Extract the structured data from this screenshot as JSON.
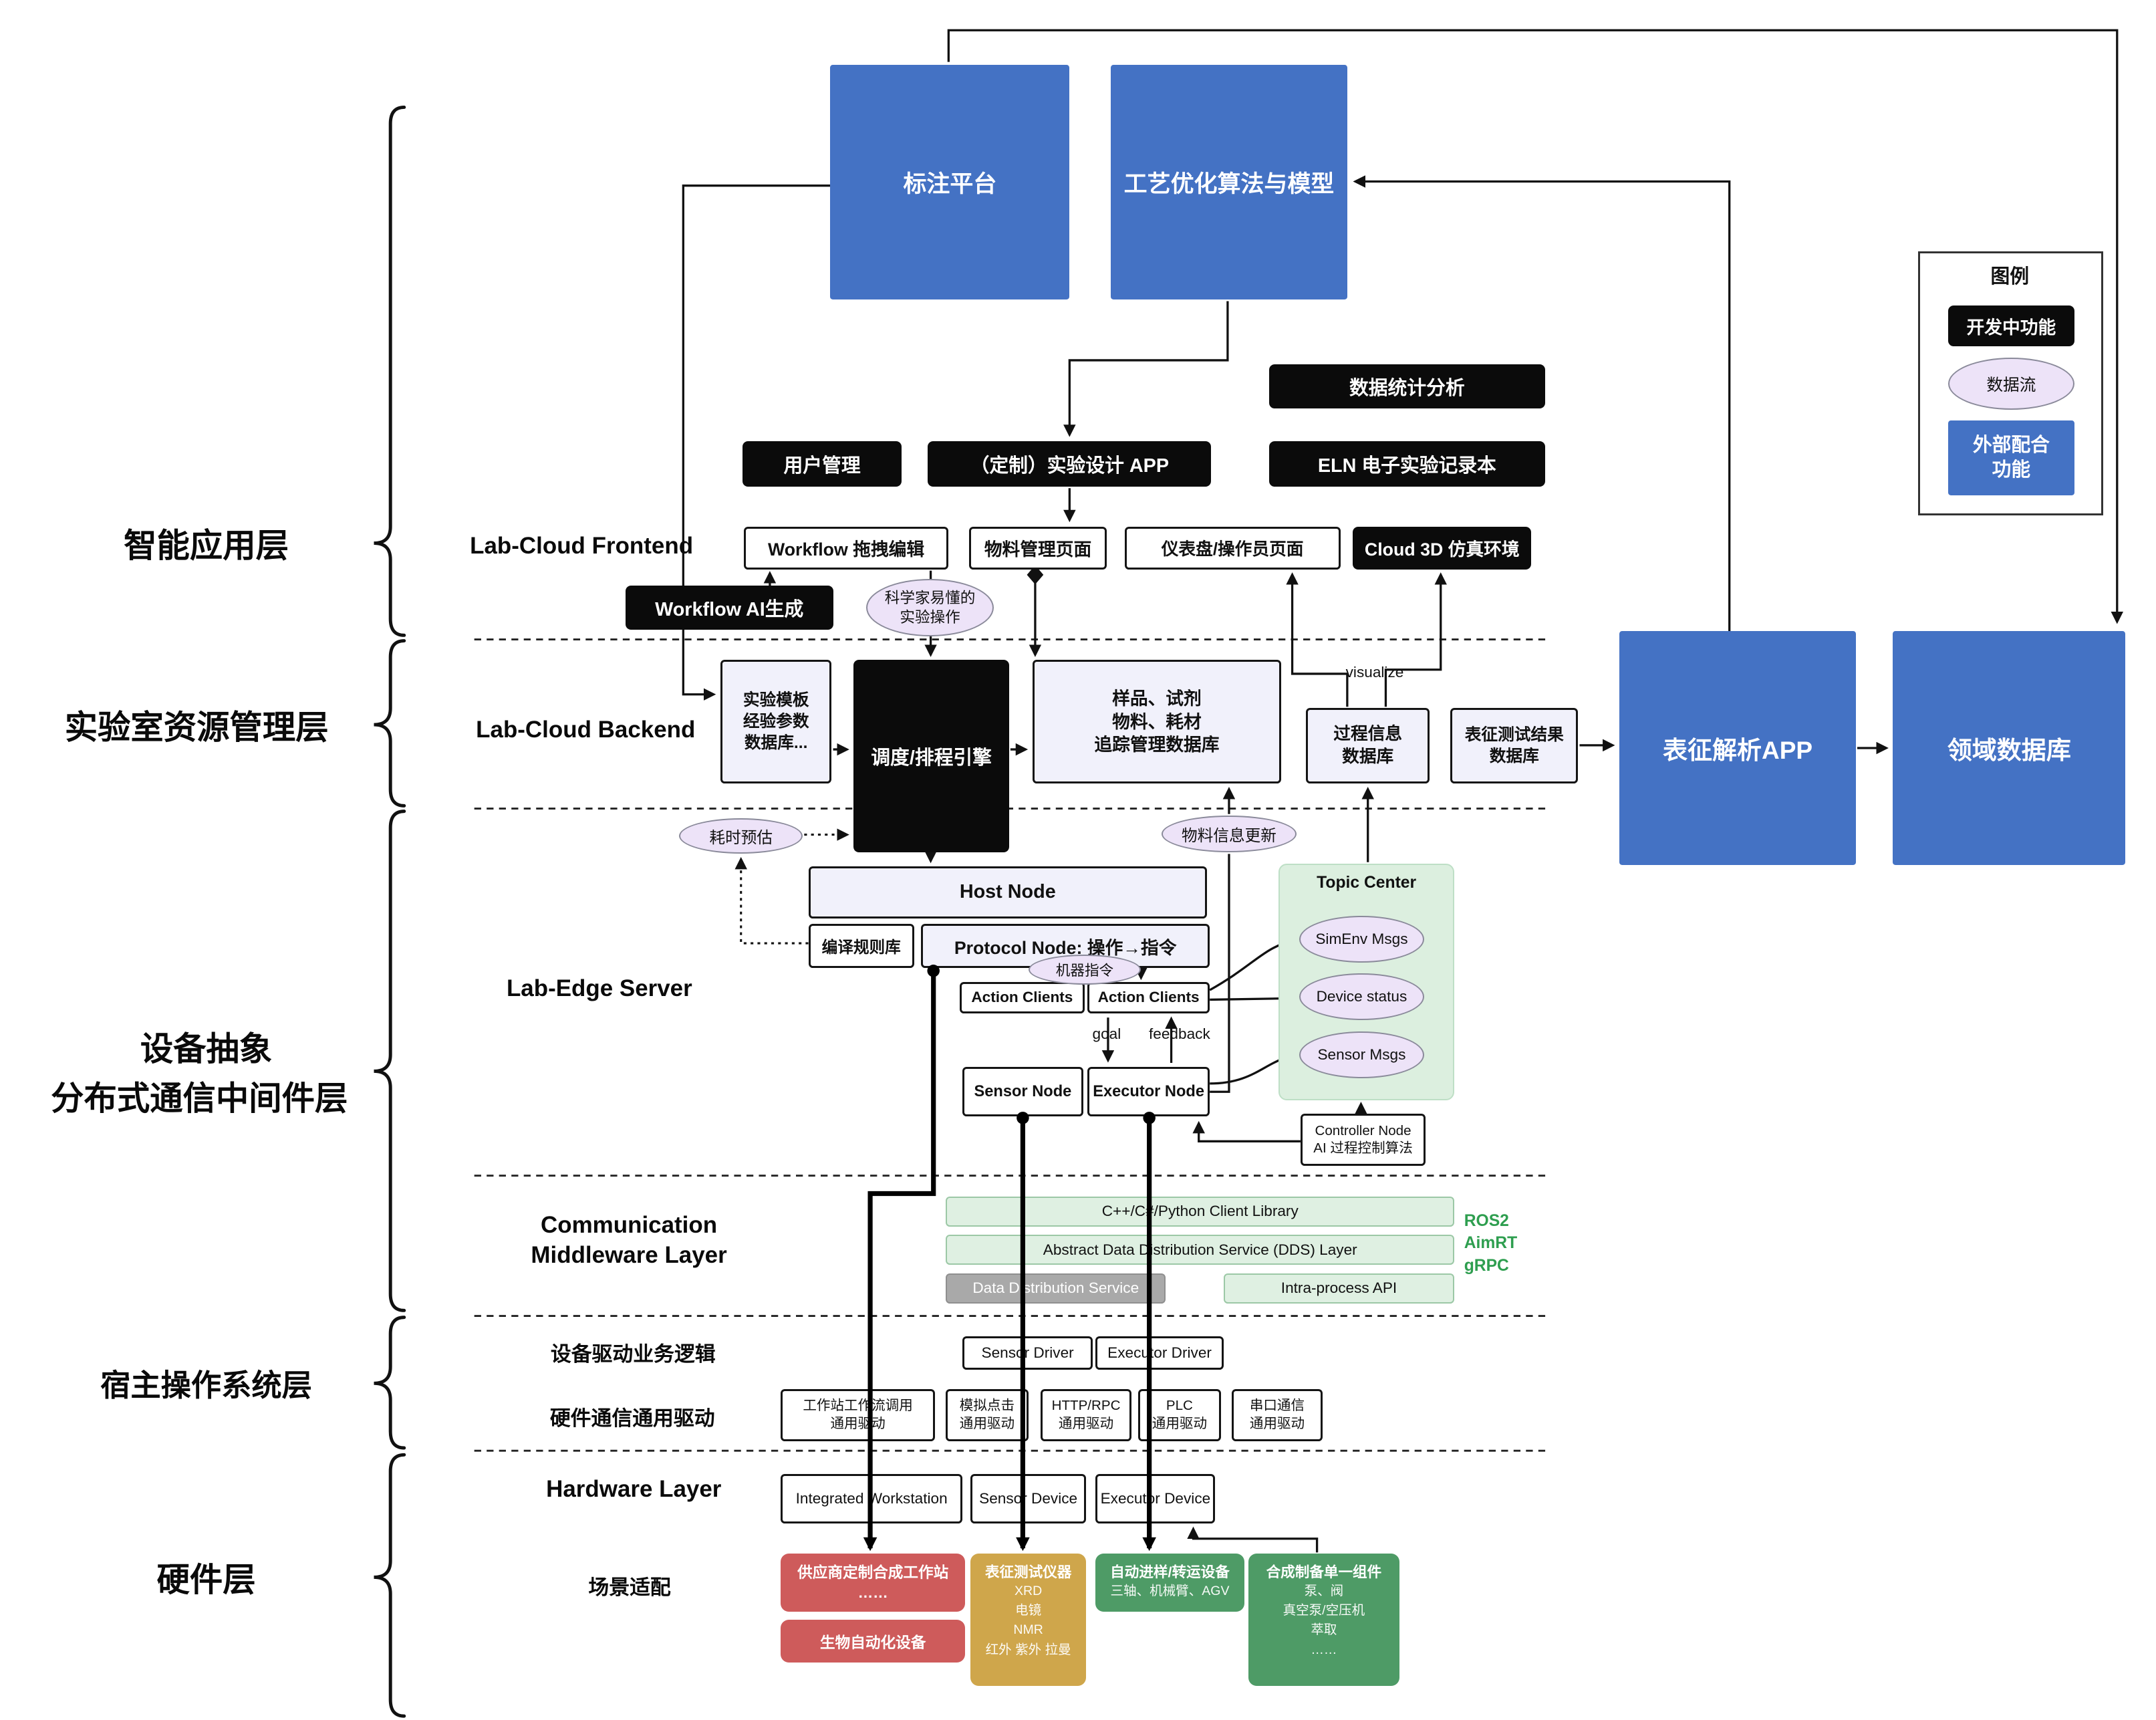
{
  "layers": {
    "app": "智能应用层",
    "resource": "实验室资源管理层",
    "device1": "设备抽象",
    "device2": "分布式通信中间件层",
    "host_os": "宿主操作系统层",
    "hardware": "硬件层"
  },
  "top": {
    "annotation": "标注平台",
    "optimization": "工艺优化算法与模型",
    "stats": "数据统计分析",
    "user_mgmt": "用户管理",
    "design_app": "（定制）实验设计 APP",
    "eln": "ELN 电子实验记录本"
  },
  "legend": {
    "title": "图例",
    "developing": "开发中功能",
    "dataflow": "数据流",
    "external": "外部配合\n功能"
  },
  "frontend": {
    "label": "Lab-Cloud Frontend",
    "workflow_edit": "Workflow 拖拽编辑",
    "material": "物料管理页面",
    "dashboard": "仪表盘/操作员页面",
    "cloud3d": "Cloud 3D 仿真环境",
    "workflow_ai": "Workflow AI生成",
    "scientist": "科学家易懂的\n实验操作"
  },
  "backend": {
    "label": "Lab-Cloud Backend",
    "template_db": "实验模板\n经验参数\n数据库...",
    "scheduler": "调度/排程引擎",
    "sample_db": "样品、试剂\n物料、耗材\n追踪管理数据库",
    "process_db": "过程信息\n数据库",
    "result_db": "表征测试结果\n数据库",
    "char_app": "表征解析APP",
    "domain_db": "领域数据库",
    "visualize": "visualize"
  },
  "edge": {
    "label": "Lab-Edge Server",
    "time_est": "耗时预估",
    "material_update": "物料信息更新",
    "host_node": "Host Node",
    "compile_rules": "编译规则库",
    "protocol_node": "Protocol Node: 操作→指令",
    "machine_cmd": "机器指令",
    "action_clients_left": "Action Clients",
    "action_clients_right": "Action Clients",
    "topic_center": "Topic Center",
    "simenv_msgs": "SimEnv Msgs",
    "device_status": "Device status",
    "sensor_msgs": "Sensor Msgs",
    "sensor_node": "Sensor Node",
    "executor_node": "Executor Node",
    "goal": "goal",
    "feedback": "feedback",
    "controller": "Controller Node\nAI 过程控制算法"
  },
  "middleware": {
    "label": "Communication\nMiddleware Layer",
    "client_lib": "C++/C#/Python Client Library",
    "dds_abstract": "Abstract Data Distribution Service (DDS) Layer",
    "dds_service": "Data Distribution Service",
    "intra_api": "Intra-process API",
    "stack": "ROS2\nAimRT\ngRPC"
  },
  "os": {
    "driver_logic": "设备驱动业务逻辑",
    "sensor_driver": "Sensor Driver",
    "executor_driver": "Executor Driver",
    "generic_label": "硬件通信通用驱动",
    "drivers": [
      "工作站工作流调用\n通用驱动",
      "模拟点击\n通用驱动",
      "HTTP/RPC\n通用驱动",
      "PLC\n通用驱动",
      "串口通信\n通用驱动"
    ]
  },
  "hw": {
    "label": "Hardware Layer",
    "workstation": "Integrated Workstation",
    "sensor_device": "Sensor Device",
    "executor_device": "Executor Device",
    "scene": "场景适配",
    "vendor": "供应商定制合成工作站\n……",
    "bio": "生物自动化设备",
    "char_title": "表征测试仪器",
    "char_body": "XRD\n电镜\nNMR\n红外 紫外 拉曼",
    "transfer_title": "自动进样/转运设备",
    "transfer_body": "三轴、机械臂、AGV",
    "synth_title": "合成制备单一组件",
    "synth_body": "泵、阀\n真空泵/空压机\n萃取\n……"
  },
  "colors": {
    "brand_blue": "#4472C4",
    "dev_black": "#0B0B0B",
    "dataflow_purple": "#EDE3F8",
    "middleware_green": "#DFF0E2",
    "hw_red": "#CE5B5B",
    "hw_gold": "#CFA64B",
    "hw_green": "#4E9B66"
  }
}
